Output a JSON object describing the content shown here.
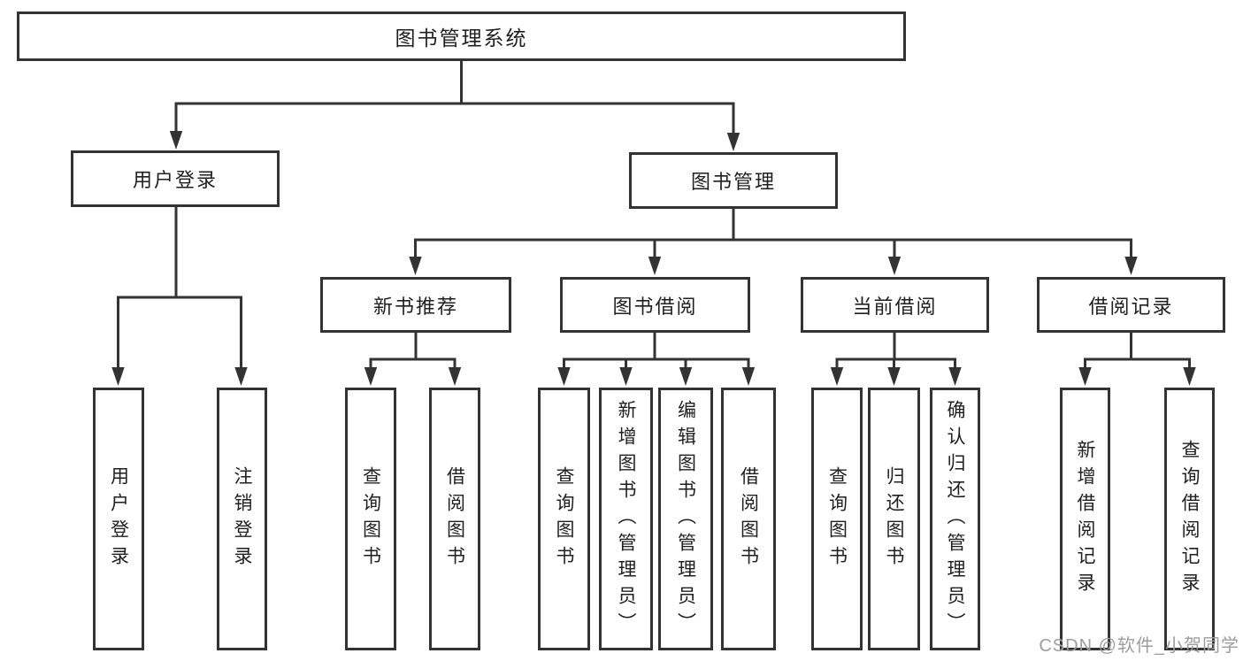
{
  "nodes": {
    "root": "图书管理系统",
    "level2": {
      "user_login": "用户登录",
      "book_mgmt": "图书管理"
    },
    "level3": {
      "new_books": "新书推荐",
      "book_borrow": "图书借阅",
      "current_borrow": "当前借阅",
      "borrow_records": "借阅记录"
    },
    "leaves": [
      "用户登录",
      "注销登录",
      "查询图书",
      "借阅图书",
      "查询图书",
      "新增图书（管理员）",
      "编辑图书（管理员）",
      "借阅图书",
      "查询图书",
      "归还图书",
      "确认归还（管理员）",
      "新增借阅记录",
      "查询借阅记录"
    ]
  },
  "hierarchy": {
    "图书管理系统": {
      "用户登录": [
        "用户登录",
        "注销登录"
      ],
      "图书管理": {
        "新书推荐": [
          "查询图书",
          "借阅图书"
        ],
        "图书借阅": [
          "查询图书",
          "新增图书（管理员）",
          "编辑图书（管理员）",
          "借阅图书"
        ],
        "当前借阅": [
          "查询图书",
          "归还图书",
          "确认归还（管理员）"
        ],
        "借阅记录": [
          "新增借阅记录",
          "查询借阅记录"
        ]
      }
    }
  },
  "watermark": "CSDN @软件_小贺同学",
  "colors": {
    "line": "#333333",
    "box_border": "#333333",
    "text": "#1f1f1f",
    "background": "#ffffff",
    "watermark": "#9d9d9d"
  }
}
